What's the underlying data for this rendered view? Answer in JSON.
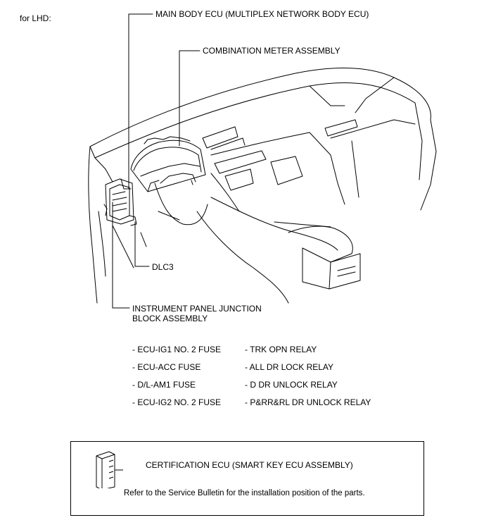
{
  "variant_label": "for LHD:",
  "callouts": {
    "main_body_ecu": "MAIN BODY ECU (MULTIPLEX NETWORK BODY ECU)",
    "combination_meter": "COMBINATION METER ASSEMBLY",
    "dlc3": "DLC3",
    "junction_block_line1": "INSTRUMENT PANEL JUNCTION",
    "junction_block_line2": "BLOCK ASSEMBLY"
  },
  "fuses": [
    "ECU-IG1 NO. 2 FUSE",
    "ECU-ACC FUSE",
    "D/L-AM1 FUSE",
    "ECU-IG2 NO. 2 FUSE"
  ],
  "relays": [
    "TRK OPN RELAY",
    "ALL DR LOCK RELAY",
    "D DR UNLOCK RELAY",
    "P&RR&RL DR UNLOCK RELAY"
  ],
  "legend": {
    "component": "CERTIFICATION ECU (SMART KEY ECU ASSEMBLY)",
    "note": "Refer to the Service Bulletin for the installation position of the parts."
  }
}
